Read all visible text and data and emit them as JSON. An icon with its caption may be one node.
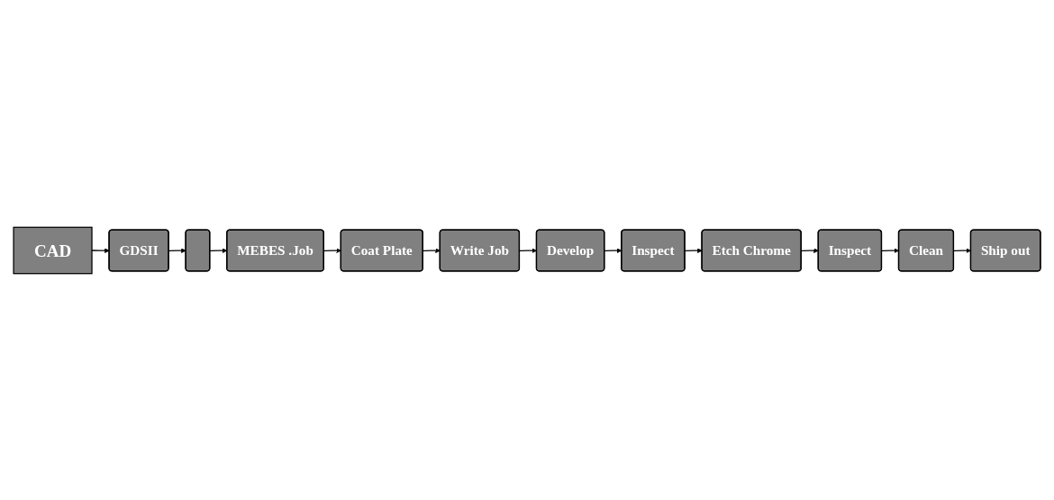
{
  "diagram": {
    "nodes": [
      {
        "text": [
          "CAD"
        ]
      },
      {
        "text": [
          "GDSII"
        ]
      },
      {
        "text": [],
        "shape": "box"
      },
      {
        "text": [
          "MEBES .Job"
        ]
      },
      {
        "text": [
          "Coat Plate"
        ]
      },
      {
        "text": [
          "Write Job"
        ]
      },
      {
        "text": [
          "Develop"
        ]
      },
      {
        "text": [
          "Inspect"
        ]
      },
      {
        "text": [
          "Etch Chrome"
        ]
      },
      {
        "text": [
          "Inspect"
        ]
      },
      {
        "text": [
          "Clean"
        ]
      },
      {
        "text": [
          "Ship out"
        ]
      }
    ],
    "edges": [
      {
        "from": 0,
        "to": 1,
        "arrow": "to"
      },
      {
        "from": 1,
        "to": 2,
        "arrow": "to"
      },
      {
        "from": 2,
        "to": 3,
        "arrow": "to"
      },
      {
        "from": 3,
        "to": 4,
        "arrow": "to"
      },
      {
        "from": 4,
        "to": 5,
        "arrow": "to"
      },
      {
        "from": 5,
        "to": 6,
        "arrow": "to"
      },
      {
        "from": 6,
        "to": 7,
        "arrow": "to"
      },
      {
        "from": 7,
        "to": 8,
        "arrow": "to"
      },
      {
        "from": 8,
        "to": 9,
        "arrow": "to"
      },
      {
        "from": 9,
        "to": 10,
        "arrow": "to"
      },
      {
        "from": 10,
        "to": 11,
        "arrow": "to"
      }
    ]
  }
}
